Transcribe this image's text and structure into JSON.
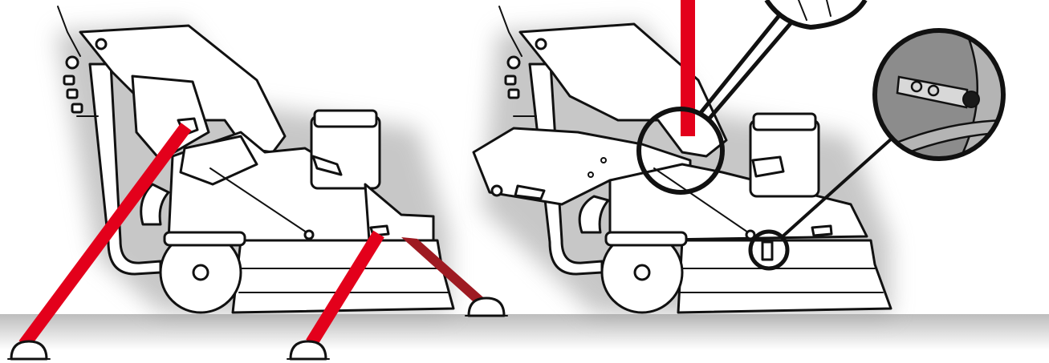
{
  "diagram": {
    "colors": {
      "strap": "#e3001b",
      "strap_shadow": "#9e1a22",
      "line": "#111111",
      "floor_shadow": "#d2d2d2",
      "machine_fill": "#ffffff",
      "detail_grey": "#8c8c8c"
    },
    "panels": [
      {
        "name": "tie-down-four-point",
        "strap_count": 3,
        "anchor_count": 3
      },
      {
        "name": "lifting-point-detail",
        "strap_count": 1,
        "zoom_callouts": 2
      }
    ]
  }
}
